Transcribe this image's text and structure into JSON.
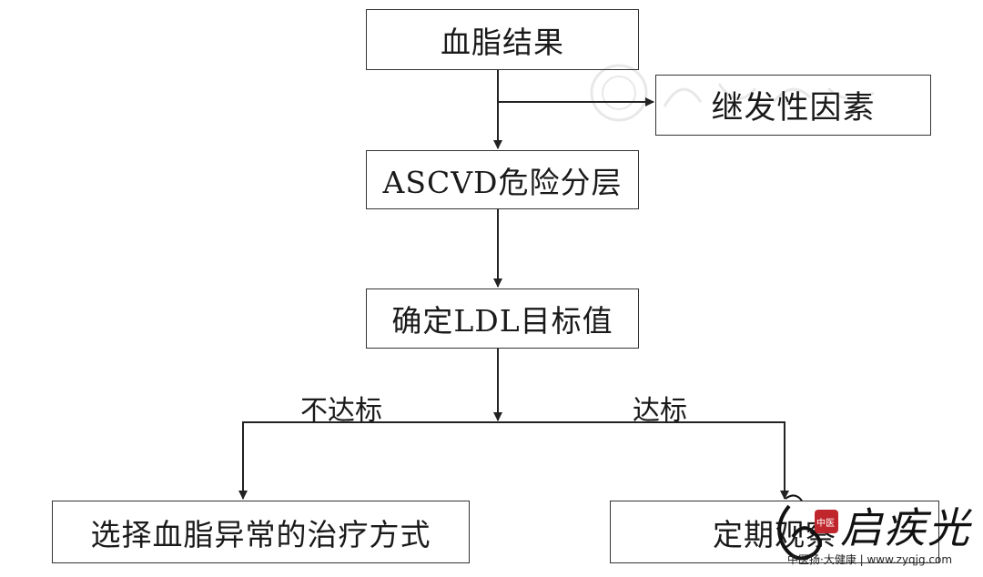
{
  "nodes": {
    "lipid_result": "血脂结果",
    "secondary_factors": "继发性因素",
    "ascvd_stratification": "ASCVD危险分层",
    "ldl_target": "确定LDL目标值",
    "choose_treatment": "选择血脂异常的治疗方式",
    "regular_observation": "定期观察"
  },
  "edge_labels": {
    "not_met": "不达标",
    "met": "达标"
  },
  "watermark": {
    "characters": "启疾光",
    "badge": "中医",
    "site": "中医扬·大健康 | www.zyqjg.com"
  }
}
